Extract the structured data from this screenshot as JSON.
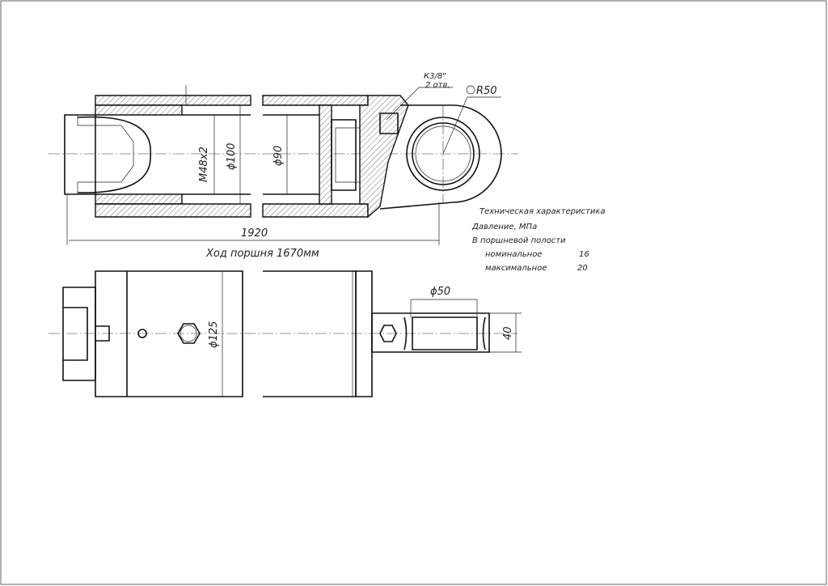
{
  "annotations": {
    "thread_port": "К3/8\"",
    "port_count": "2 отв.",
    "radius": "R50",
    "thread_rod": "M48x2",
    "dia_100": "ϕ100",
    "dia_90": "ϕ90",
    "length_total": "1920",
    "stroke": "Ход поршня 1670мм",
    "dia_125": "ϕ125",
    "dia_50": "ϕ50",
    "width_40": "40"
  },
  "spec": {
    "title": "Техническая характеристика",
    "pressure_label": "Давление, МПа",
    "chamber_label": "В поршневой полости",
    "rows": [
      {
        "label": "номинальное",
        "value": "16"
      },
      {
        "label": "максимальное",
        "value": "20"
      }
    ]
  }
}
